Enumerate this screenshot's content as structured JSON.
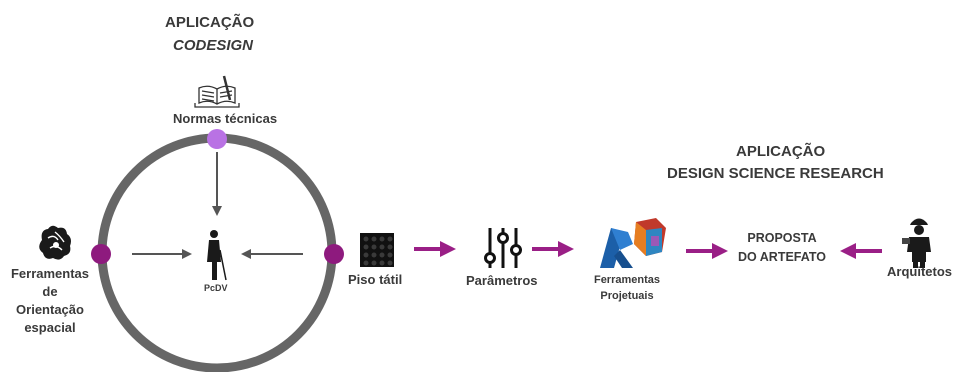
{
  "codesign": {
    "line1": "APLICAÇÃO",
    "line2": "CODESIGN"
  },
  "dsr": {
    "line1": "APLICAÇÃO",
    "line2": "DESIGN SCIENCE RESEARCH"
  },
  "nodes": {
    "normas": "Normas técnicas",
    "pcdv": "PcDV",
    "ferramentas_orientacao": [
      "Ferramentas",
      "de",
      "Orientação",
      "espacial"
    ],
    "piso": "Piso tátil",
    "parametros": "Parâmetros",
    "ferramentas_projetuais": [
      "Ferramentas",
      "Projetuais"
    ],
    "proposta": [
      "PROPOSTA",
      "DO ARTEFATO"
    ],
    "arquitetos": "Arquitetos"
  },
  "colors": {
    "circle": "#666666",
    "node_purple": "#8e1a7e",
    "node_lilac": "#b972e4",
    "arrow_magenta": "#9a1f86",
    "arrow_gray": "#555555",
    "text": "#3a3a3a"
  },
  "icons": [
    "book-icon",
    "blind-person-icon",
    "brain-icon",
    "tactile-tile-icon",
    "sliders-icon",
    "revit-logo-icon",
    "dynamo-logo-icon",
    "worker-icon"
  ]
}
